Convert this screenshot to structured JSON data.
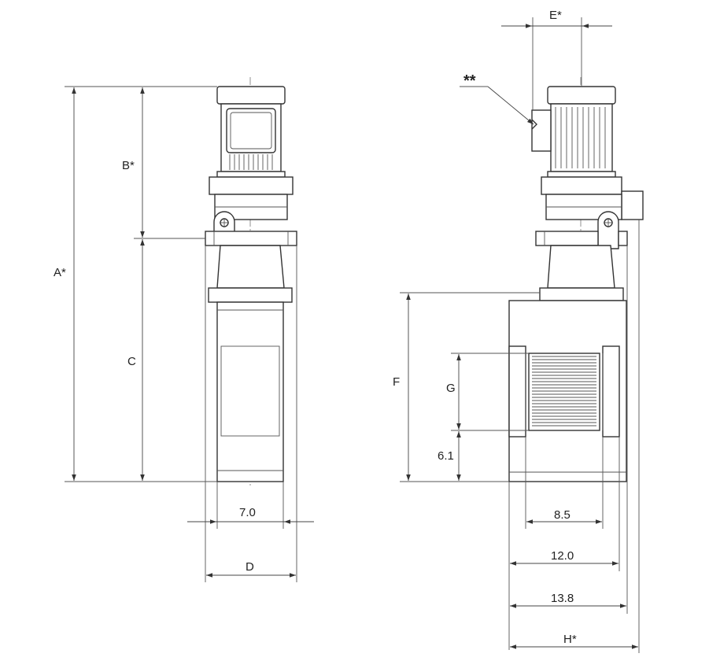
{
  "labels": {
    "A": "A*",
    "B": "B*",
    "C": "C",
    "D": "D",
    "E": "E*",
    "F": "F",
    "G": "G",
    "H": "H*",
    "note": "**",
    "w7": "7.0",
    "h61": "6.1",
    "w85": "8.5",
    "w120": "12.0",
    "w138": "13.8"
  }
}
